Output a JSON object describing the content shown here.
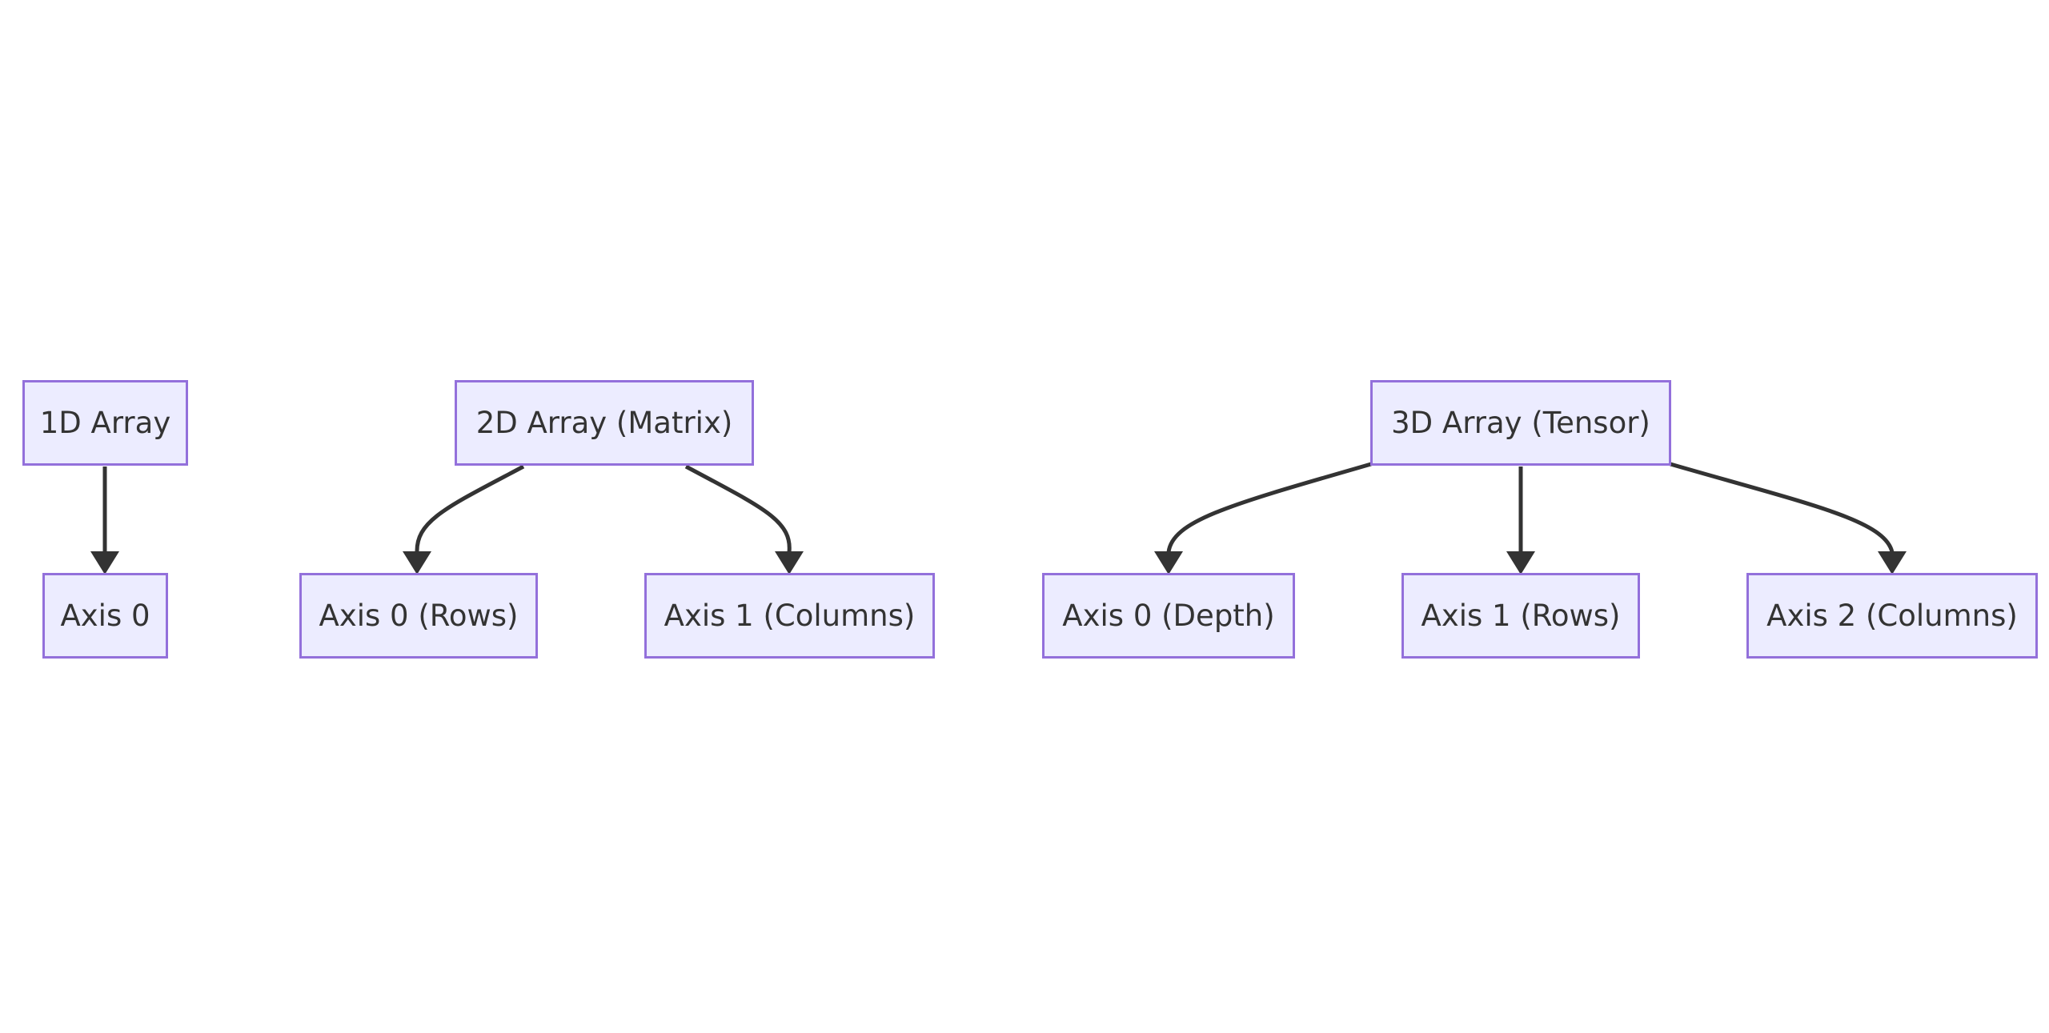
{
  "diagram": {
    "type": "flowchart",
    "direction": "top-down",
    "colors": {
      "node_fill": "#ECECFF",
      "node_border": "#9370DB",
      "text": "#333333",
      "edge": "#333333",
      "background": "#FFFFFF"
    },
    "nodes": {
      "arr1d": "1D Array",
      "arr1d_axis0": "Axis 0",
      "arr2d": "2D Array (Matrix)",
      "arr2d_axis0": "Axis 0 (Rows)",
      "arr2d_axis1": "Axis 1 (Columns)",
      "arr3d": "3D Array (Tensor)",
      "arr3d_axis0": "Axis 0 (Depth)",
      "arr3d_axis1": "Axis 1 (Rows)",
      "arr3d_axis2": "Axis 2 (Columns)"
    },
    "edges": [
      {
        "from": "arr1d",
        "to": "arr1d_axis0"
      },
      {
        "from": "arr2d",
        "to": "arr2d_axis0"
      },
      {
        "from": "arr2d",
        "to": "arr2d_axis1"
      },
      {
        "from": "arr3d",
        "to": "arr3d_axis0"
      },
      {
        "from": "arr3d",
        "to": "arr3d_axis1"
      },
      {
        "from": "arr3d",
        "to": "arr3d_axis2"
      }
    ]
  }
}
